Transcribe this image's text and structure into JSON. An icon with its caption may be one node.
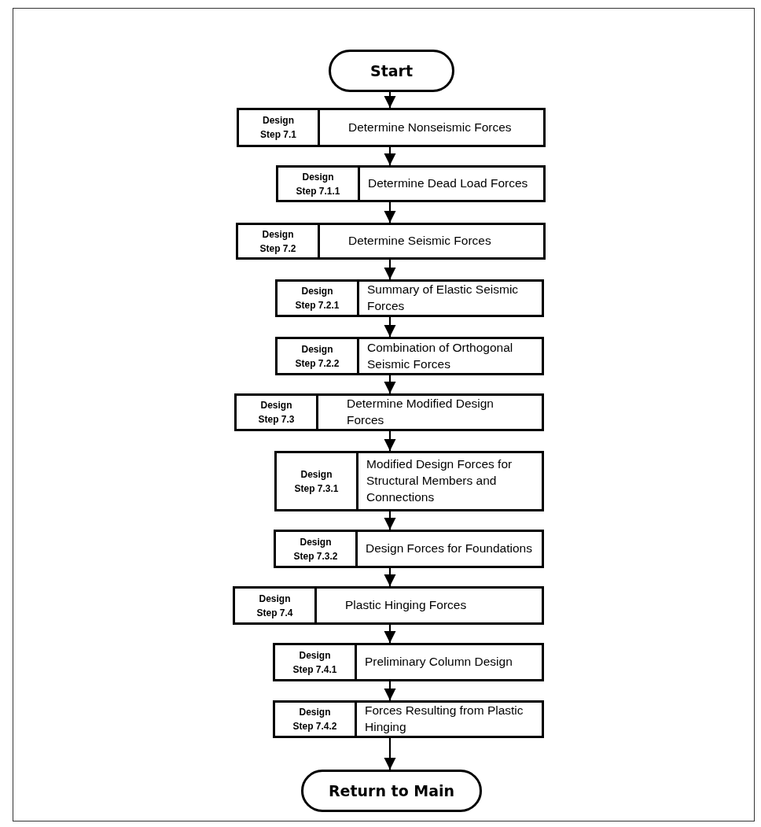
{
  "diagram": {
    "nodes": [
      {
        "text": [
          "Start"
        ]
      },
      {
        "text": [
          "Design Step 7.1",
          "Determine Nonseismic Forces"
        ]
      },
      {
        "text": [
          "Design Step 7.1.1",
          "Determine Dead Load Forces"
        ]
      },
      {
        "text": [
          "Design Step 7.2",
          "Determine Seismic Forces"
        ]
      },
      {
        "text": [
          "Design Step 7.2.1",
          "Summary of Elastic Seismic Forces"
        ]
      },
      {
        "text": [
          "Design Step 7.2.2",
          "Combination of Orthogonal Seismic Forces"
        ]
      },
      {
        "text": [
          "Design Step 7.3",
          "Determine Modified Design Forces"
        ]
      },
      {
        "text": [
          "Design Step 7.3.1",
          "Modified Design Forces for Structural Members and Connections"
        ]
      },
      {
        "text": [
          "Design Step 7.3.2",
          "Design Forces for Foundations"
        ]
      },
      {
        "text": [
          "Design Step 7.4",
          "Plastic Hinging Forces"
        ]
      },
      {
        "text": [
          "Design Step 7.4.1",
          "Preliminary Column Design"
        ]
      },
      {
        "text": [
          "Design Step 7.4.2",
          "Forces Resulting from Plastic Hinging"
        ]
      },
      {
        "text": [
          "Return to Main"
        ]
      }
    ],
    "edges": [
      {
        "from": 0,
        "to": 1,
        "arrow": "to"
      },
      {
        "from": 1,
        "to": 2,
        "arrow": "to"
      },
      {
        "from": 2,
        "to": 3,
        "arrow": "to"
      },
      {
        "from": 3,
        "to": 4,
        "arrow": "to"
      },
      {
        "from": 4,
        "to": 5,
        "arrow": "to"
      },
      {
        "from": 5,
        "to": 6,
        "arrow": "to"
      },
      {
        "from": 6,
        "to": 7,
        "arrow": "to"
      },
      {
        "from": 7,
        "to": 8,
        "arrow": "to"
      },
      {
        "from": 8,
        "to": 9,
        "arrow": "to"
      },
      {
        "from": 9,
        "to": 10,
        "arrow": "to"
      },
      {
        "from": 10,
        "to": 11,
        "arrow": "to"
      },
      {
        "from": 11,
        "to": 12,
        "arrow": "to"
      }
    ]
  }
}
